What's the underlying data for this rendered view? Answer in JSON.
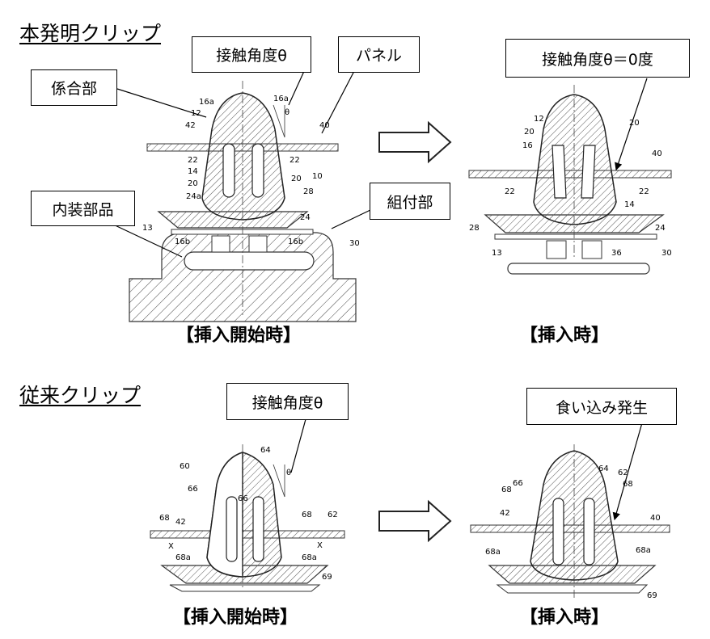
{
  "top": {
    "title": "本発明クリップ",
    "labels": {
      "engage": "係合部",
      "angle": "接触角度θ",
      "panel": "パネル",
      "angle_zero": "接触角度θ＝0度",
      "interior": "内装部品",
      "assembly": "組付部"
    },
    "captions": {
      "start": "【挿入開始時】",
      "inserted": "【挿入時】"
    },
    "part_numbers_left": [
      "16a",
      "12",
      "42",
      "16a",
      "θ",
      "40",
      "22",
      "14",
      "22",
      "20",
      "20",
      "10",
      "24a",
      "28",
      "24",
      "13",
      "16b",
      "16b",
      "30"
    ],
    "part_numbers_right": [
      "12",
      "20",
      "16",
      "20",
      "40",
      "22",
      "22",
      "14",
      "28",
      "24",
      "13",
      "36",
      "30"
    ]
  },
  "bottom": {
    "title": "従来クリップ",
    "labels": {
      "angle": "接触角度θ",
      "bite": "食い込み発生"
    },
    "captions": {
      "start": "【挿入開始時】",
      "inserted": "【挿入時】"
    },
    "part_numbers_left": [
      "60",
      "64",
      "θ",
      "66",
      "66",
      "68",
      "42",
      "68",
      "62",
      "X",
      "X",
      "68a",
      "68a",
      "69"
    ],
    "part_numbers_right": [
      "64",
      "62",
      "66",
      "68",
      "68",
      "42",
      "40",
      "68a",
      "68a",
      "69"
    ]
  }
}
